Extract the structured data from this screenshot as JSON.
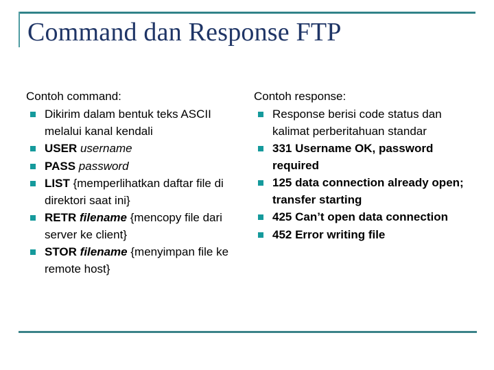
{
  "slide": {
    "title": "Command dan Response FTP",
    "colors": {
      "title_text": "#1f3566",
      "rule_teal": "#318389",
      "bullet_teal": "#159a9c",
      "body_text": "#000000",
      "background": "#ffffff"
    }
  },
  "left_column": {
    "heading": "Contoh command:",
    "bullets": [
      {
        "id": "ascii-control-channel",
        "style": "plain",
        "text": "Dikirim dalam bentuk teks ASCII melalui kanal kendali"
      },
      {
        "id": "user-command",
        "style": "command-arg",
        "command": "USER",
        "argument": "username",
        "argument_style": "italic",
        "note": ""
      },
      {
        "id": "pass-command",
        "style": "command-arg",
        "command": "PASS",
        "argument": "password",
        "argument_style": "italic",
        "note": ""
      },
      {
        "id": "list-command",
        "style": "command-note",
        "command": "LIST",
        "argument": "",
        "note": "{memperlihatkan daftar file di direktori saat ini}"
      },
      {
        "id": "retr-command",
        "style": "command-arg-note",
        "command": "RETR",
        "argument": "filename",
        "argument_style": "bold-italic",
        "note": "{mencopy file dari server ke client}"
      },
      {
        "id": "stor-command",
        "style": "command-arg-note",
        "command": "STOR",
        "argument": "filename",
        "argument_style": "bold-italic",
        "note": "{menyimpan file ke remote host}"
      }
    ]
  },
  "right_column": {
    "heading": "Contoh response:",
    "bullets": [
      {
        "id": "response-description",
        "style": "plain",
        "text": "Response berisi code status dan kalimat perberitahuan standar"
      },
      {
        "id": "response-331",
        "style": "bold",
        "text": "331 Username OK, password required"
      },
      {
        "id": "response-125",
        "style": "bold",
        "text": "125 data connection already open; transfer starting"
      },
      {
        "id": "response-425",
        "style": "bold",
        "text": "425 Can’t open data connection"
      },
      {
        "id": "response-452",
        "style": "bold",
        "text": "452 Error writing file"
      }
    ]
  }
}
